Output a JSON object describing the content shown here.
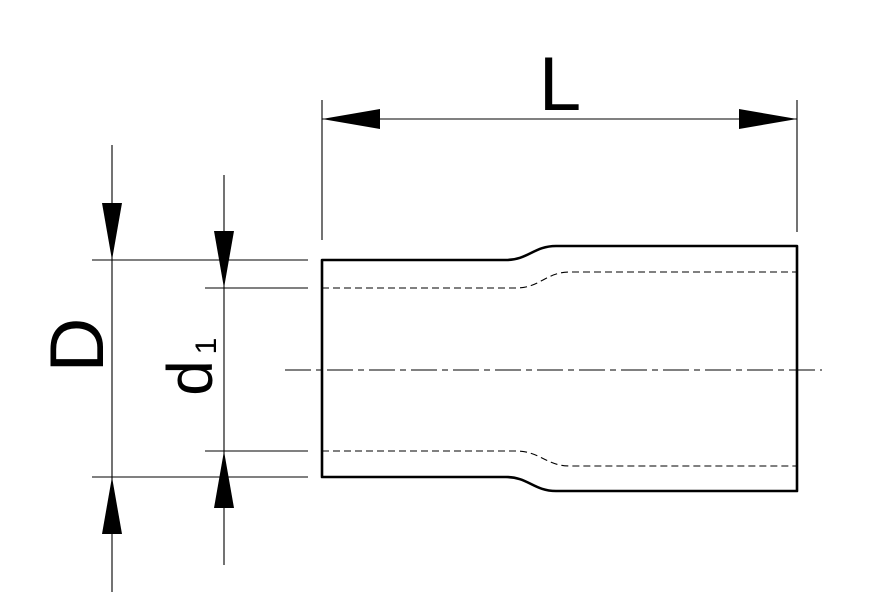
{
  "diagram": {
    "labels": {
      "length": "L",
      "outer_diameter": "D",
      "inner_diameter_main": "d",
      "inner_diameter_sub": "1"
    },
    "colors": {
      "stroke": "#000000",
      "background": "#ffffff"
    }
  }
}
